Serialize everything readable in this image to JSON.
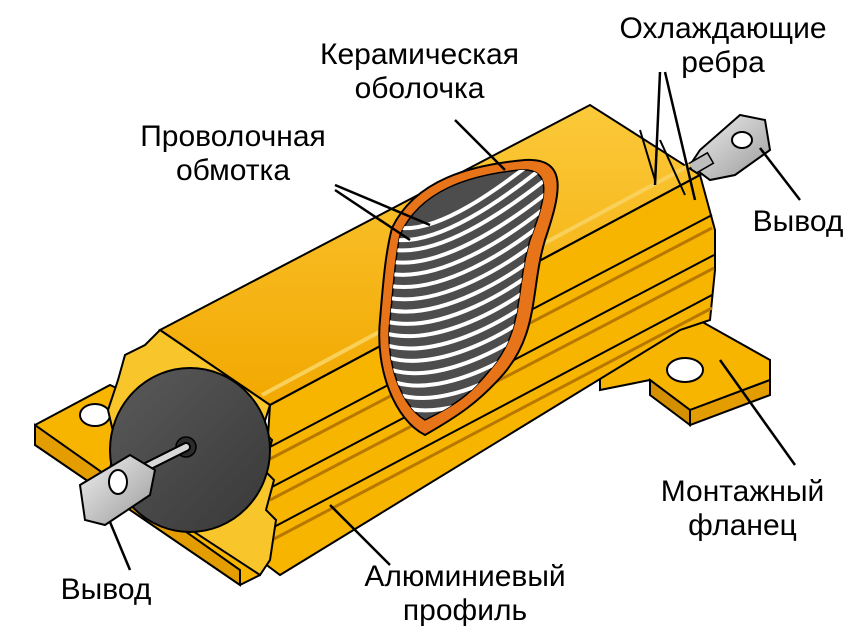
{
  "labels": {
    "ceramic_shell": [
      "Керамическая",
      "оболочка"
    ],
    "wire_winding": [
      "Проволочная",
      "обмотка"
    ],
    "cooling_fins": [
      "Охлаждающие",
      "ребра"
    ],
    "terminal_right": "Вывод",
    "terminal_left": "Вывод",
    "mounting_flange": [
      "Монтажный",
      "фланец"
    ],
    "aluminum_profile": [
      "Алюминиевый",
      "профиль"
    ]
  },
  "colors": {
    "aluminum_body": "#f7b500",
    "aluminum_fin_edge": "#f8c52a",
    "aluminum_shadow": "#d48f00",
    "ceramic_shell": "#e8741a",
    "winding_core": "#4d4d4d",
    "end_cap": "#4a4a4a",
    "terminal": "#c8c8c8",
    "outline": "#000000"
  },
  "icons": [
    "resistor-illustration"
  ]
}
